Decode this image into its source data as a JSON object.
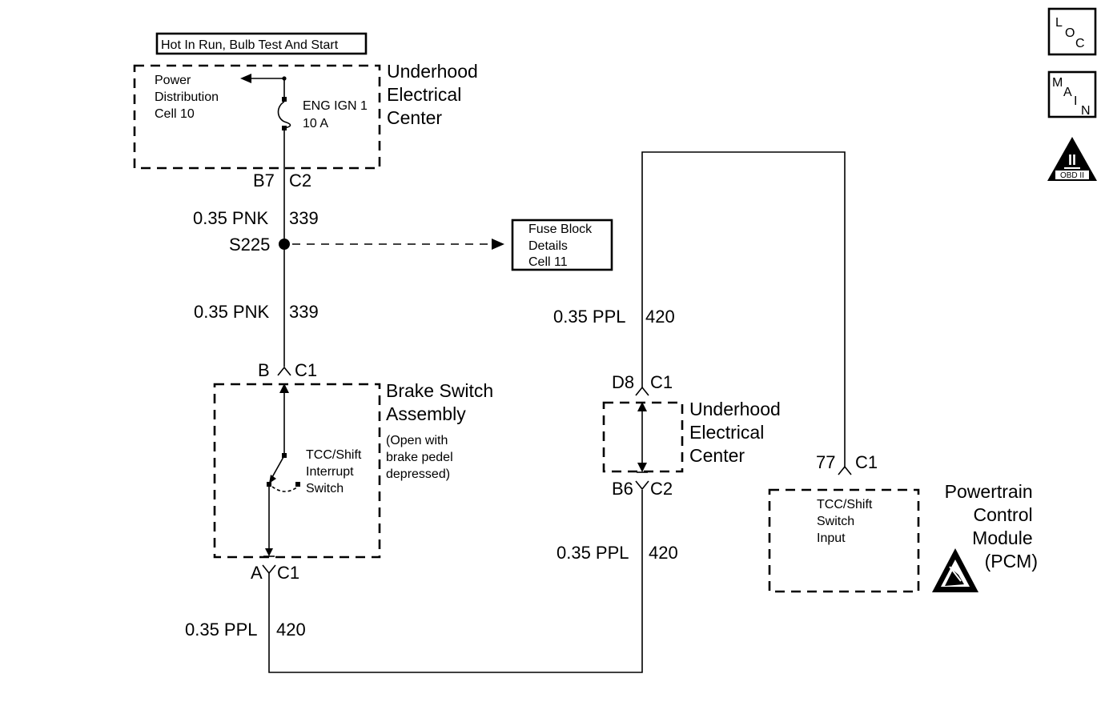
{
  "power_label": "Hot In Run, Bulb Test And Start",
  "uec_top": {
    "name_lines": [
      "Underhood",
      "Electrical",
      "Center"
    ],
    "power_dist_lines": [
      "Power",
      "Distribution",
      "Cell 10"
    ],
    "fuse_lines": [
      "ENG IGN 1",
      "10 A"
    ],
    "pin": "B7",
    "connector": "C2"
  },
  "wire_339_upper": {
    "gauge_color": "0.35 PNK",
    "circuit": "339"
  },
  "splice": {
    "id": "S225"
  },
  "fuse_block_ref": {
    "lines": [
      "Fuse Block",
      "Details",
      "Cell 11"
    ]
  },
  "wire_339_lower": {
    "gauge_color": "0.35 PNK",
    "circuit": "339"
  },
  "brake_switch": {
    "top_pin": "B",
    "top_connector": "C1",
    "name_lines": [
      "Brake Switch",
      "Assembly"
    ],
    "note_lines": [
      "(Open with",
      "brake pedel",
      "depressed)"
    ],
    "switch_lines": [
      "TCC/Shift",
      "Interrupt",
      "Switch"
    ],
    "bottom_pin": "A",
    "bottom_connector": "C1"
  },
  "wire_420_bottom": {
    "gauge_color": "0.35 PPL",
    "circuit": "420"
  },
  "wire_420_mid": {
    "gauge_color": "0.35 PPL",
    "circuit": "420"
  },
  "wire_420_upper": {
    "gauge_color": "0.35 PPL",
    "circuit": "420"
  },
  "uec_mid": {
    "name_lines": [
      "Underhood",
      "Electrical",
      "Center"
    ],
    "top_pin": "D8",
    "top_connector": "C1",
    "bottom_pin": "B6",
    "bottom_connector": "C2"
  },
  "pcm": {
    "pin": "77",
    "connector": "C1",
    "input_lines": [
      "TCC/Shift",
      "Switch",
      "Input"
    ],
    "name_lines": [
      "Powertrain",
      "Control",
      "Module",
      "(PCM)"
    ]
  },
  "nav_icons": {
    "loc": {
      "letters": [
        "L",
        "O",
        "C"
      ]
    },
    "main": {
      "letters": [
        "M",
        "A",
        "I",
        "N"
      ]
    },
    "obd": {
      "numeral": "II",
      "text": "OBD II"
    }
  }
}
